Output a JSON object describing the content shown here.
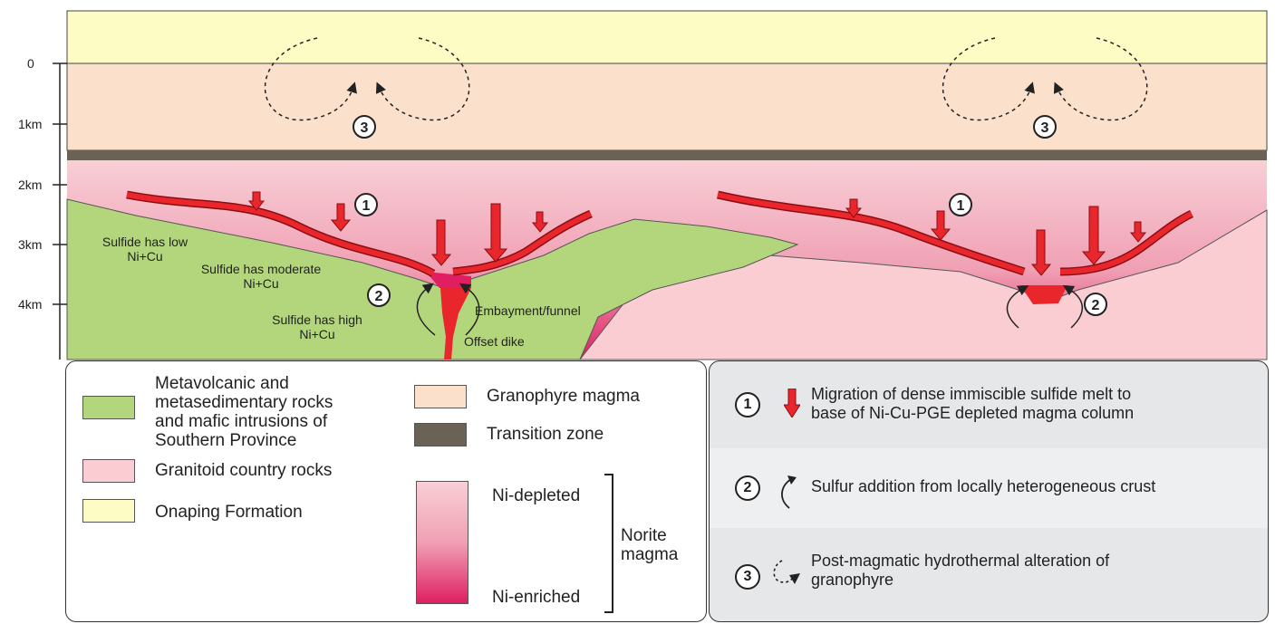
{
  "depth_axis": [
    "0",
    "1km",
    "2km",
    "3km",
    "4km"
  ],
  "cross_section": {
    "annotations": {
      "low": "Sulfide has low\nNi+Cu",
      "moderate": "Sulfide has moderate\nNi+Cu",
      "high": "Sulfide has high\nNi+Cu",
      "embayment": "Embayment/funnel",
      "offset_dike": "Offset dike"
    },
    "process_markers": [
      "1",
      "2",
      "3"
    ]
  },
  "legend": {
    "metavolcanic": "Metavolcanic and\nmetasedimentary rocks\nand mafic intrusions of\nSouthern Province",
    "granitoid": "Granitoid country rocks",
    "onaping": "Onaping Formation",
    "granophyre": "Granophyre magma",
    "transition": "Transition zone",
    "ni_depleted": "Ni-depleted",
    "ni_enriched": "Ni-enriched",
    "norite": "Norite\nmagma"
  },
  "processes": [
    {
      "num": "1",
      "text": "Migration of dense immiscible sulfide melt to\nbase of Ni-Cu-PGE depleted magma column"
    },
    {
      "num": "2",
      "text": "Sulfur addition from locally heterogeneous crust"
    },
    {
      "num": "3",
      "text": "Post-magmatic hydrothermal alteration of\ngranophyre"
    }
  ],
  "colors": {
    "onaping": "#fdfcc4",
    "granophyre": "#fbe0cc",
    "transition": "#6b6256",
    "granitoid": "#f9cdd2",
    "metavolcanic": "#b3d67c",
    "norite_top": "#f8cfd6",
    "norite_bottom": "#df1f62",
    "sulfide": "#e8262c"
  },
  "icons": [
    "down-arrow-icon",
    "curved-arrow-icon",
    "dashed-loop-icon"
  ]
}
